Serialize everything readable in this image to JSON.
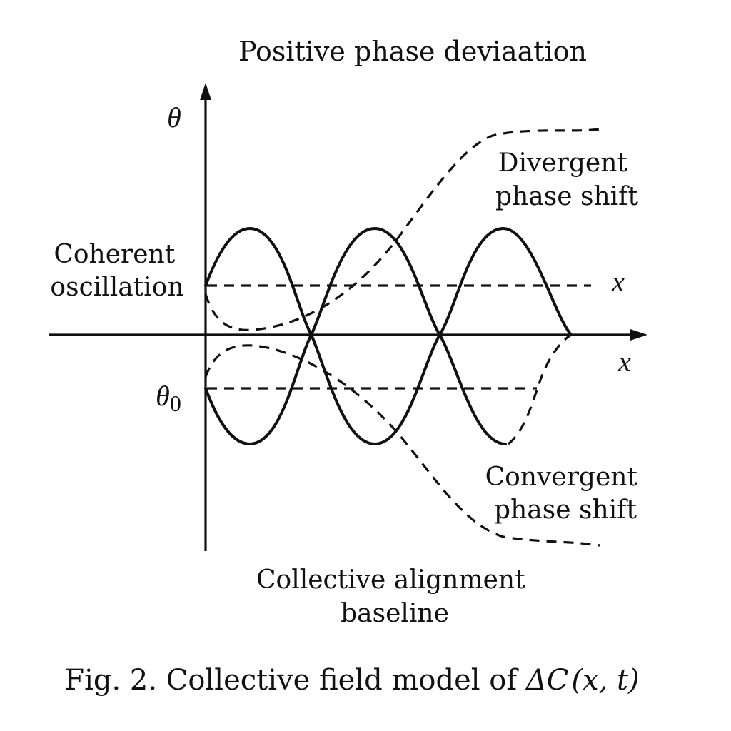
{
  "labels": {
    "top": "Positive phase deviaation",
    "theta": "θ",
    "theta0": "θ",
    "theta0_sub": "0",
    "coherent_line1": "Coherent",
    "coherent_line2": "oscillation",
    "divergent_line1": "Divergent",
    "divergent_line2": "phase shift",
    "x_dashed": "x",
    "x_axis": "x",
    "convergent_line1": "Convergent",
    "convergent_line2": "phase shift",
    "bottom_line1": "Collective alignment",
    "bottom_line2": "baseline"
  },
  "caption": {
    "prefix": "Fig. 2. Collective field model of ",
    "expr": "ΔC",
    "args": "(x, t)"
  }
}
